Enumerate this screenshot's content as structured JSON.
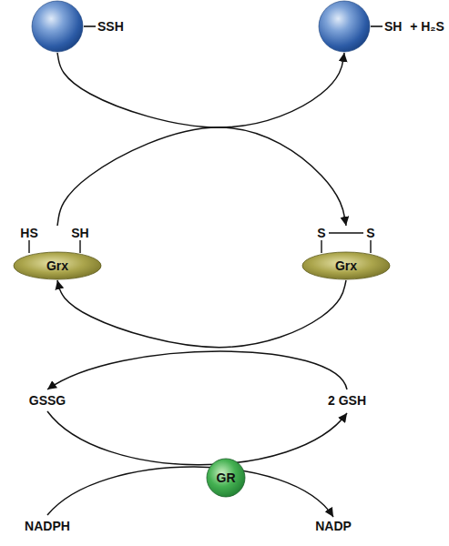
{
  "diagram": {
    "nodes": [
      {
        "text": [
          "SSH"
        ]
      },
      {
        "text": [
          "SH"
        ]
      },
      {
        "text": [
          "Grx"
        ]
      },
      {
        "text": [
          "Grx"
        ]
      },
      {
        "text": [
          "GR"
        ]
      }
    ],
    "edges": [
      {
        "from": 0,
        "to": 1,
        "arrow": "to"
      },
      {
        "from": 2,
        "to": 3,
        "arrow": "to"
      },
      {
        "from": 3,
        "to": 2,
        "arrow": "to"
      }
    ],
    "labels": [
      "+ H₂S",
      "HS",
      "SH",
      "S",
      "S",
      "GSSG",
      "2 GSH",
      "NADPH",
      "NADP"
    ]
  }
}
